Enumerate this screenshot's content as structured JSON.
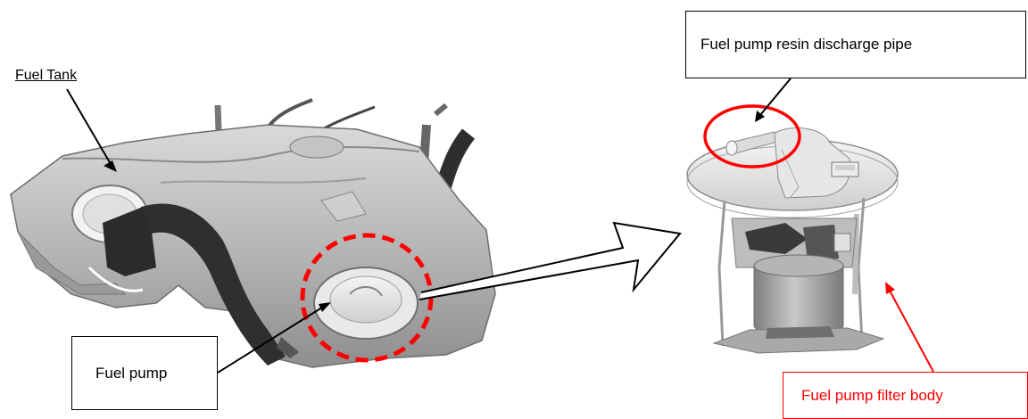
{
  "labels": {
    "fuel_tank": "Fuel Tank",
    "fuel_pump": "Fuel pump",
    "discharge_pipe": "Fuel pump resin discharge pipe",
    "filter_body": "Fuel pump filter body"
  },
  "colors": {
    "highlight": "#ff0000",
    "tank_metal": "#b8b8b8",
    "hose": "#2b2b2b",
    "pump_housing": "#9a9a9a"
  }
}
